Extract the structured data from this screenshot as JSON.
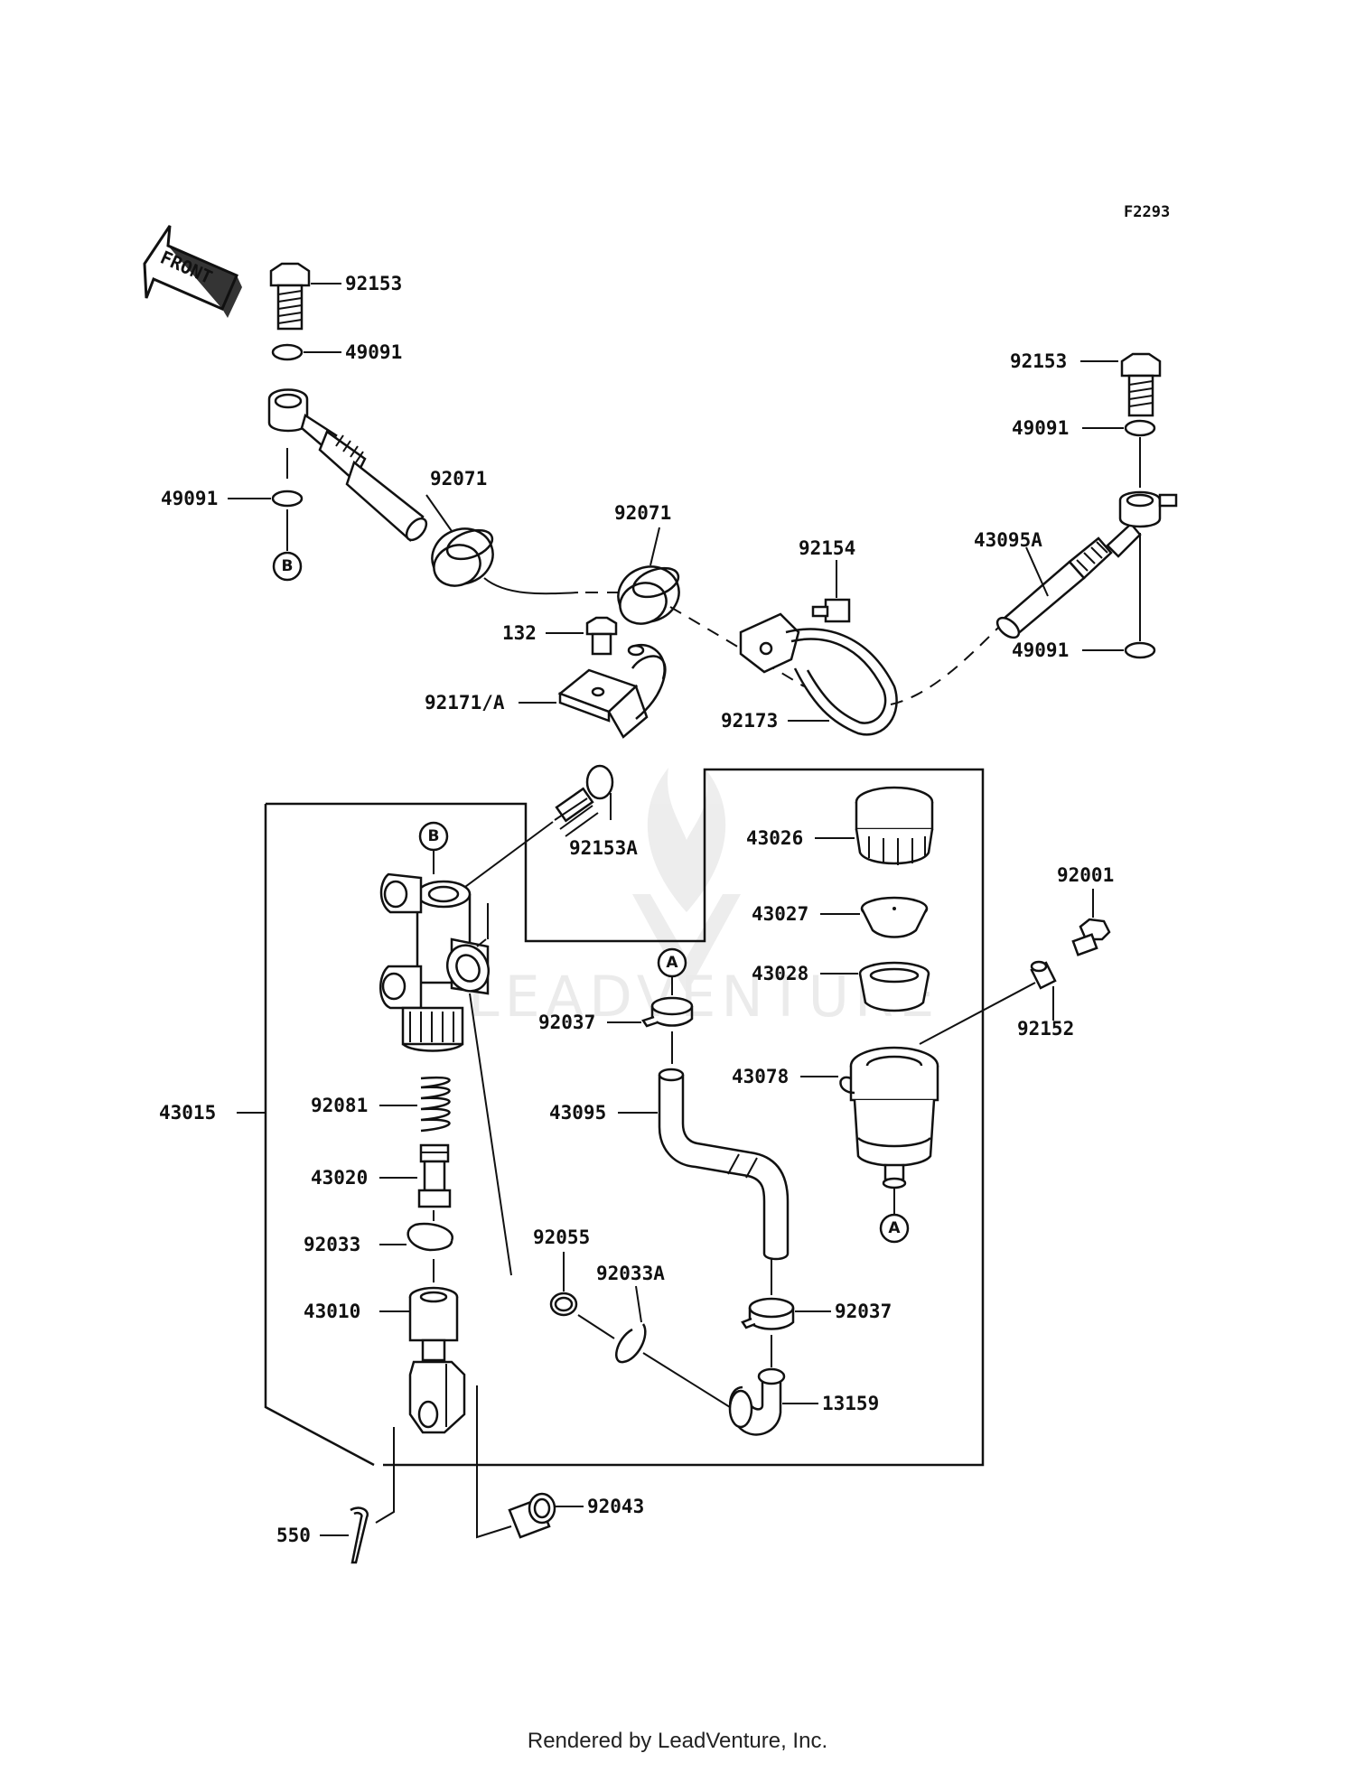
{
  "figure_code": "F2293",
  "front_arrow_label": "FRONT",
  "watermark": "LEADVENTURE",
  "footer": "Rendered by LeadVenture, Inc.",
  "reference_markers": {
    "a": "A",
    "b": "B"
  },
  "parts": {
    "p92153_left": "92153",
    "p49091_top_left": "49091",
    "p49091_left": "49091",
    "p92071_left": "92071",
    "p92071_mid": "92071",
    "p92154": "92154",
    "p43095A": "43095A",
    "p92153_right": "92153",
    "p49091_top_right": "49091",
    "p49091_bottom_right": "49091",
    "p132": "132",
    "p92171A": "92171/A",
    "p92173": "92173",
    "p92153A": "92153A",
    "p43026": "43026",
    "p43027": "43027",
    "p43028": "43028",
    "p92001": "92001",
    "p92152": "92152",
    "p43078": "43078",
    "p92037_top": "92037",
    "p43095": "43095",
    "p43015": "43015",
    "p92081": "92081",
    "p43020": "43020",
    "p92033": "92033",
    "p92055": "92055",
    "p92033A": "92033A",
    "p43010": "43010",
    "p92037_bottom": "92037",
    "p13159": "13159",
    "p92043": "92043",
    "p550": "550"
  }
}
